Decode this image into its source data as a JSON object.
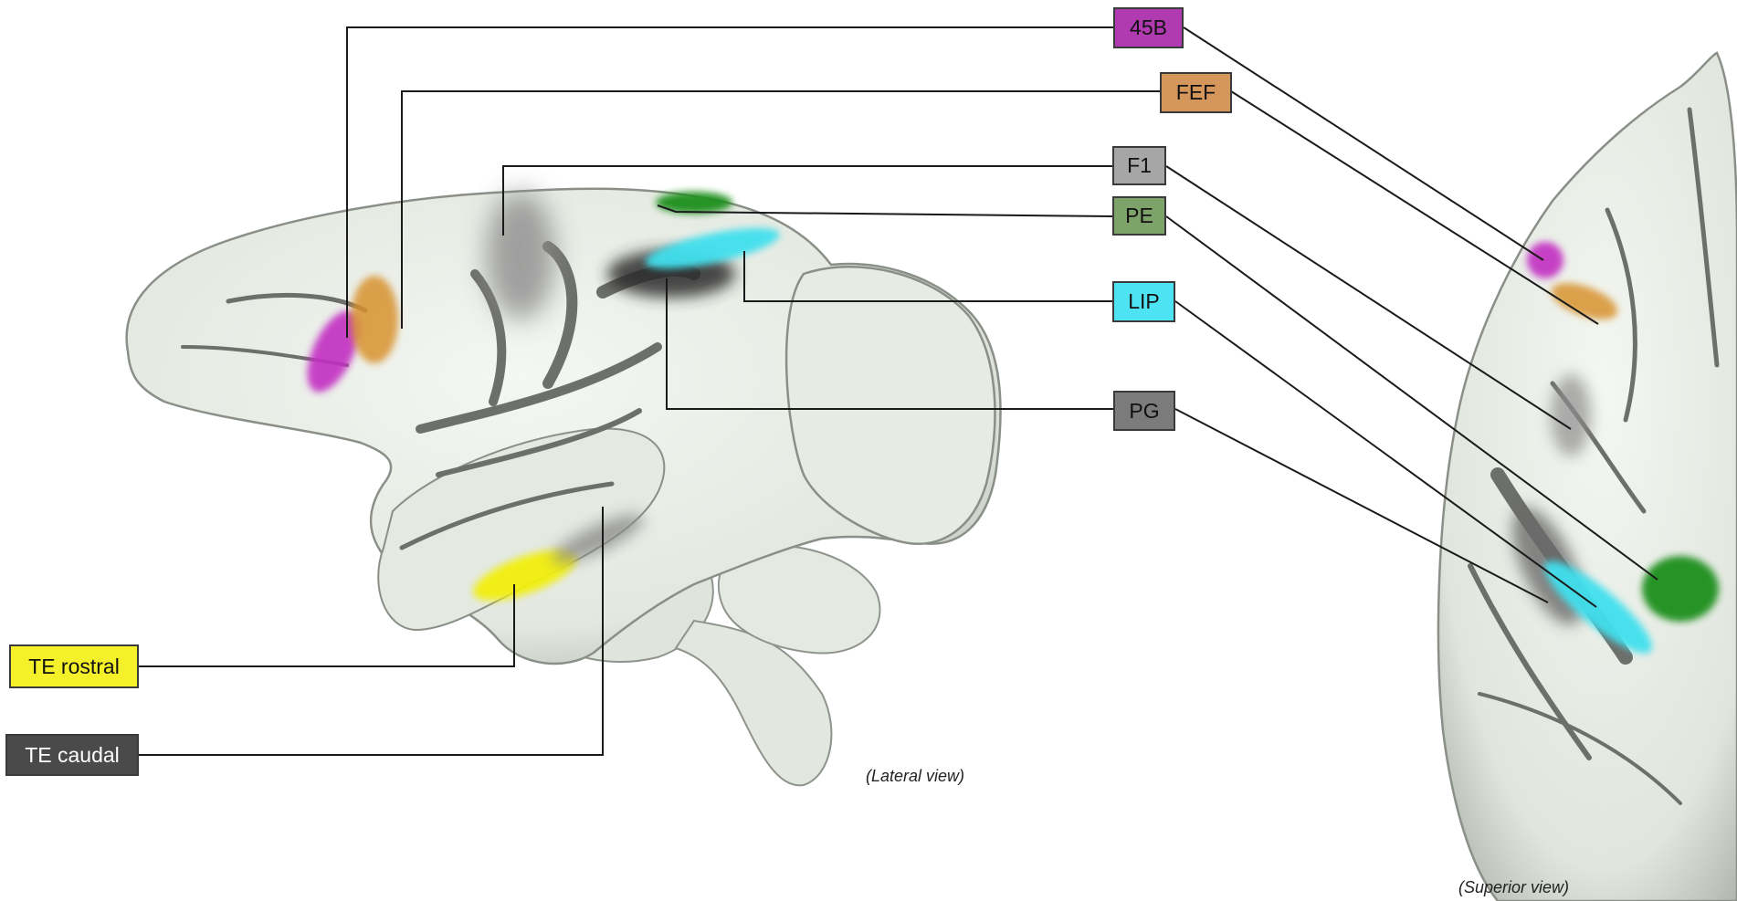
{
  "regions": [
    {
      "id": "45B",
      "label": "45B",
      "color": "#b03ab0",
      "text_color": "#111111"
    },
    {
      "id": "FEF",
      "label": "FEF",
      "color": "#d4965a",
      "text_color": "#111111"
    },
    {
      "id": "F1",
      "label": "F1",
      "color": "#a6a6a6",
      "text_color": "#111111"
    },
    {
      "id": "PE",
      "label": "PE",
      "color": "#7ea36a",
      "text_color": "#111111"
    },
    {
      "id": "LIP",
      "label": "LIP",
      "color": "#4de3f2",
      "text_color": "#111111"
    },
    {
      "id": "PG",
      "label": "PG",
      "color": "#7b7b7b",
      "text_color": "#111111"
    },
    {
      "id": "TE_rostral",
      "label": "TE rostral",
      "color": "#f4f02a",
      "text_color": "#111111"
    },
    {
      "id": "TE_caudal",
      "label": "TE caudal",
      "color": "#4a4a4a",
      "text_color": "#ffffff"
    }
  ],
  "captions": {
    "lateral": "(Lateral view)",
    "superior": "(Superior view)"
  },
  "palette": {
    "brain_fill": "#e9eee6",
    "brain_shadow": "#8f948c",
    "sulcus": "#6d6f6b",
    "line": "#1a1a1a"
  }
}
